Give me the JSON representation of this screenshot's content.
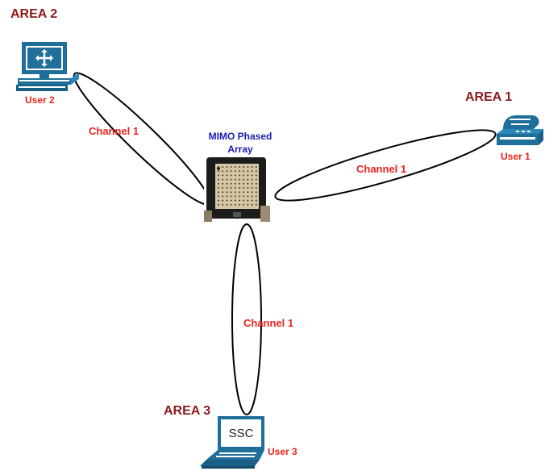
{
  "areas": {
    "area1": "AREA 1",
    "area2": "AREA 2",
    "area3": "AREA 3"
  },
  "users": {
    "user1": "User 1",
    "user2": "User 2",
    "user3": "User 3"
  },
  "channels": {
    "left": "Channel 1",
    "right": "Channel 1",
    "bottom": "Channel 1"
  },
  "array": {
    "title_line1": "MIMO Phased",
    "title_line2": "Array"
  },
  "laptop": {
    "screen_text": "SSC"
  },
  "colors": {
    "area_label": "#8b1a1a",
    "user_label": "#e8231f",
    "channel_label": "#e8231f",
    "title": "#1a1ab4",
    "device_blue": "#1f6f9a"
  }
}
